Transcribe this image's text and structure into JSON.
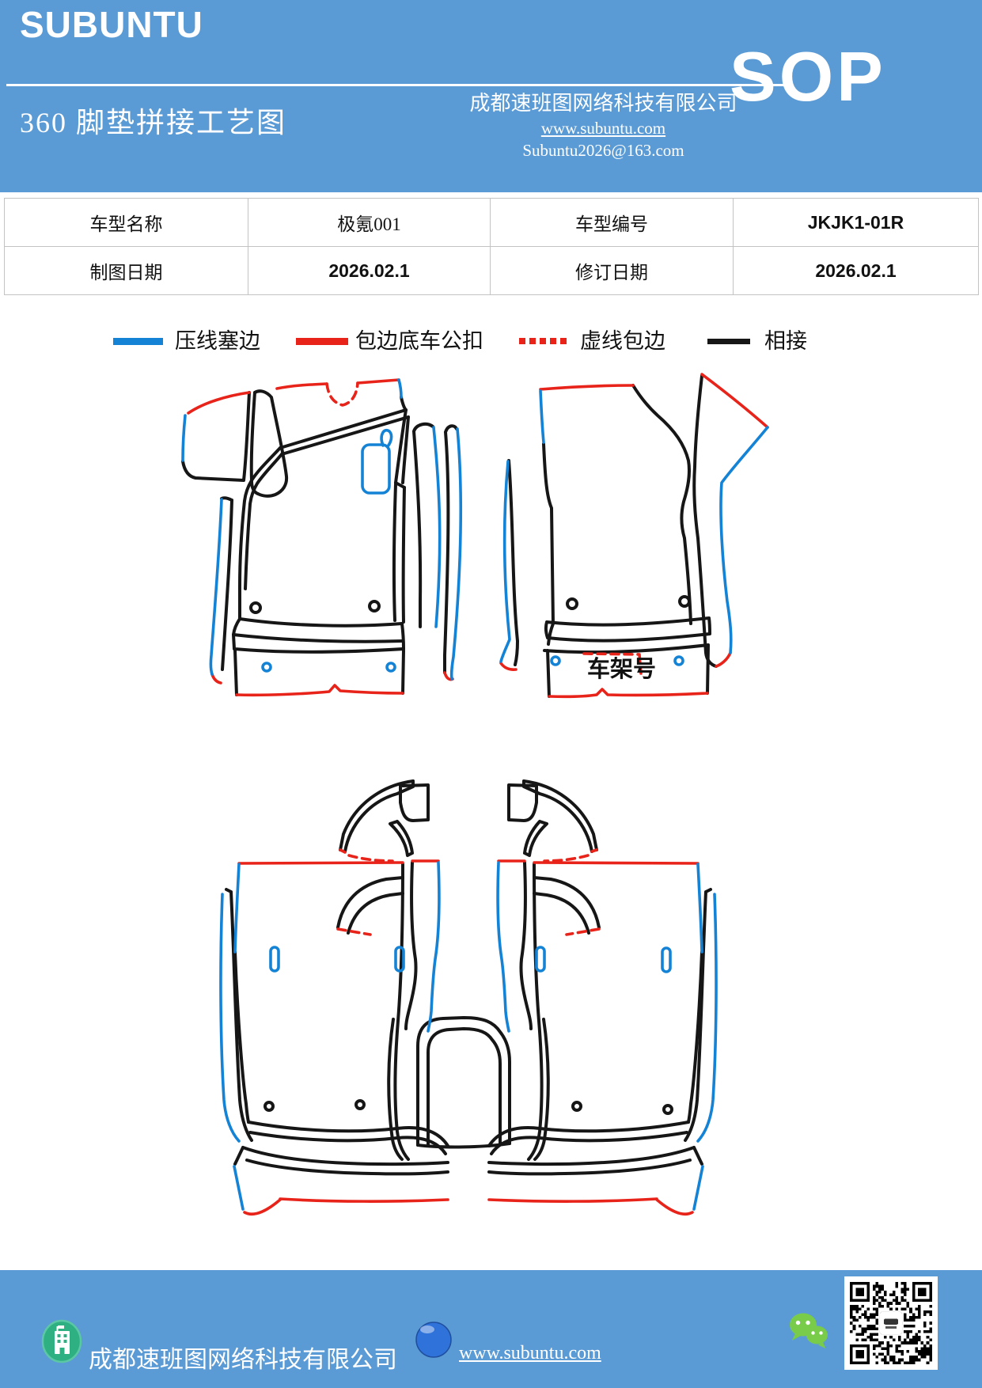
{
  "colors": {
    "accent": "#5B9BD5",
    "line_blue": "#1483D6",
    "line_red": "#E8231A",
    "line_black": "#161616"
  },
  "header": {
    "logo": "SUBUNTU",
    "title": "360 脚垫拼接工艺图",
    "company": "成都速班图网络科技有限公司",
    "website": "www.subuntu.com",
    "email": "Subuntu2026@163.com",
    "badge": "SOP"
  },
  "info_table": {
    "row1": {
      "label1": "车型名称",
      "value1": "极氪001",
      "label2": "车型编号",
      "value2": "JKJK1-01R"
    },
    "row2": {
      "label1": "制图日期",
      "value1": "2026.02.1",
      "label2": "修订日期",
      "value2": "2026.02.1"
    }
  },
  "legend": {
    "items": [
      {
        "label": "压线塞边",
        "color": "#1483D6",
        "style": "solid"
      },
      {
        "label": "包边底车公扣",
        "color": "#E8231A",
        "style": "solid"
      },
      {
        "label": "虚线包边",
        "color": "#E8231A",
        "style": "dashed"
      },
      {
        "label": "相接",
        "color": "#161616",
        "style": "solid"
      }
    ]
  },
  "diagram": {
    "vin_label": "车架号"
  },
  "footer": {
    "company": "成都速班图网络科技有限公司",
    "website": "www.subuntu.com"
  }
}
